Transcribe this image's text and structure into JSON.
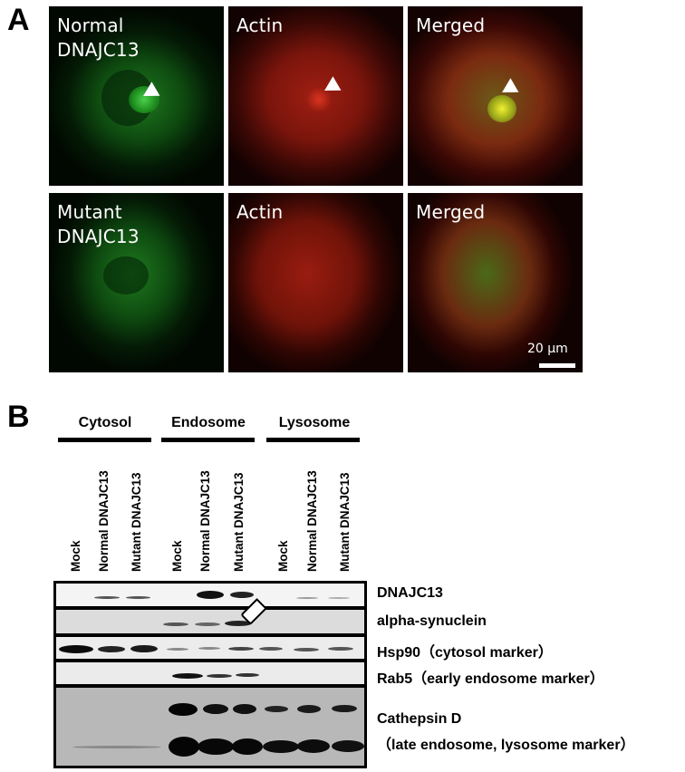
{
  "figure": {
    "panel_a": {
      "letter": "A",
      "rows": [
        {
          "images": [
            {
              "label": "Normal\nDNAJC13",
              "channel": "green",
              "has_arrowhead": true
            },
            {
              "label": "Actin",
              "channel": "red",
              "has_arrowhead": true
            },
            {
              "label": "Merged",
              "channel": "merged",
              "has_arrowhead": true
            }
          ]
        },
        {
          "images": [
            {
              "label": "Mutant\nDNAJC13",
              "channel": "green",
              "has_arrowhead": false
            },
            {
              "label": "Actin",
              "channel": "red",
              "has_arrowhead": false
            },
            {
              "label": "Merged",
              "channel": "merged",
              "has_arrowhead": false
            }
          ]
        }
      ],
      "scale_bar": "20 µm"
    },
    "panel_b": {
      "letter": "B",
      "fractions": [
        "Cytosol",
        "Endosome",
        "Lysosome"
      ],
      "lanes": [
        "Mock",
        "Normal DNAJC13",
        "Mutant DNAJC13",
        "Mock",
        "Normal DNAJC13",
        "Mutant DNAJC13",
        "Mock",
        "Normal DNAJC13",
        "Mutant DNAJC13"
      ],
      "blots": [
        {
          "label": "DNAJC13"
        },
        {
          "label": "alpha-synuclein"
        },
        {
          "label": "Hsp90（cytosol marker）"
        },
        {
          "label": "Rab5（early endosome marker）"
        },
        {
          "label_line1": "Cathepsin D",
          "label_line2": "（late endosome, lysosome marker）"
        }
      ]
    }
  }
}
